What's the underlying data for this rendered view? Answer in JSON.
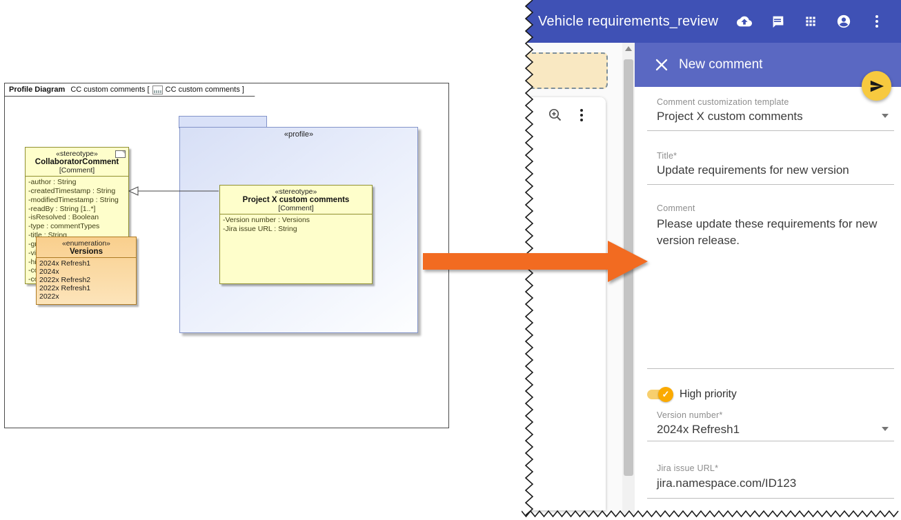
{
  "colors": {
    "app_header_bg": "#3F51B5",
    "panel_header_bg": "#5A68C2",
    "fab_bg": "#F7C93F",
    "arrow_orange": "#F26B21",
    "toggle_on": "#FBAA00",
    "class_fill": "#FEFECB",
    "class_border": "#8F8F2F",
    "enum_border": "#AD7A23",
    "package_border": "#8293C9"
  },
  "diagram": {
    "frame": {
      "kind_label": "Profile Diagram",
      "context_label": "CC custom comments [",
      "ref_label": "CC custom comments ]"
    },
    "profile_package": {
      "keyword": "«profile»"
    },
    "collaborator_class": {
      "keyword": "«stereotype»",
      "name": "CollaboratorComment",
      "metaclass": "[Comment]",
      "attributes": [
        "-author : String",
        "-createdTimestamp : String",
        "-modifiedTimestamp : String",
        "-readBy : String [1..*]",
        "-isResolved : Boolean",
        "-type : commentTypes",
        "-title : String",
        "-graphics : String",
        "-visualization : String",
        "-highPriority : Boolean",
        "-commentTarget : String",
        "-commentId : String"
      ]
    },
    "projectx_class": {
      "keyword": "«stereotype»",
      "name": "Project X custom comments",
      "metaclass": "[Comment]",
      "attributes": [
        "-Version number : Versions",
        "-Jira issue URL : String"
      ]
    },
    "versions_enum": {
      "keyword": "«enumeration»",
      "name": "Versions",
      "literals": [
        "2024x Refresh1",
        "2024x",
        "2022x Refresh2",
        "2022x Refresh1",
        "2022x"
      ]
    }
  },
  "app": {
    "header": {
      "title": "Vehicle requirements_review",
      "icons": [
        "cloud-upload",
        "comment",
        "apps-grid",
        "account",
        "more-vert"
      ]
    },
    "canvas": {
      "icons": [
        "zoom-in",
        "more-vert"
      ]
    },
    "panel": {
      "title": "New comment",
      "icons": [
        "close",
        "send"
      ],
      "fields": {
        "template": {
          "label": "Comment customization template",
          "value": "Project X custom comments"
        },
        "title": {
          "label": "Title*",
          "value": "Update requirements for new version"
        },
        "comment": {
          "label": "Comment",
          "value": "Please update these requirements for new version release."
        },
        "high_priority": {
          "label": "High priority",
          "state": "on",
          "check_glyph": "✓"
        },
        "version": {
          "label": "Version number*",
          "value": "2024x Refresh1"
        },
        "jira": {
          "label": "Jira issue URL*",
          "value": "jira.namespace.com/ID123"
        }
      }
    }
  }
}
